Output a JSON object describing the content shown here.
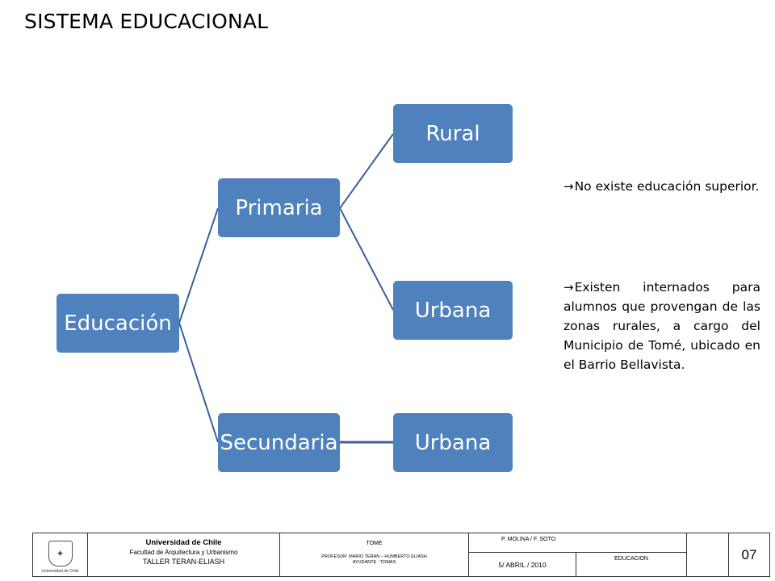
{
  "title": "SISTEMA EDUCACIONAL",
  "diagram": {
    "root": "Educación",
    "level1": [
      "Primaria",
      "Secundaria"
    ],
    "leaves": [
      "Rural",
      "Urbana",
      "Urbana"
    ]
  },
  "notes": [
    {
      "arrow": "→",
      "text": "No existe educación superior."
    },
    {
      "arrow": "→",
      "text": "Existen internados para alumnos que provengan de las zonas rurales, a cargo del Municipio de Tomé, ubicado en el Barrio Bellavista."
    }
  ],
  "colors": {
    "node": "#4f81bd",
    "connector": "#3a5f9a"
  },
  "footer": {
    "logo_caption": "Universidad de Chile",
    "university": "Universidad de Chile",
    "faculty": "Facultad de Arquitectura y Urbanismo",
    "taller": "TALLER TERAN-ELIASH",
    "place": "TOME",
    "professor": "PROFESOR: MARIO TERAN – HUMBERTO ELIASH",
    "assistant": "AYUDANTE : TOMAS",
    "authors": "P. MOLINA / F. SOTO",
    "date": "5/ ABRIL / 2010",
    "subject": "EDUCACION",
    "sheet": "07"
  }
}
